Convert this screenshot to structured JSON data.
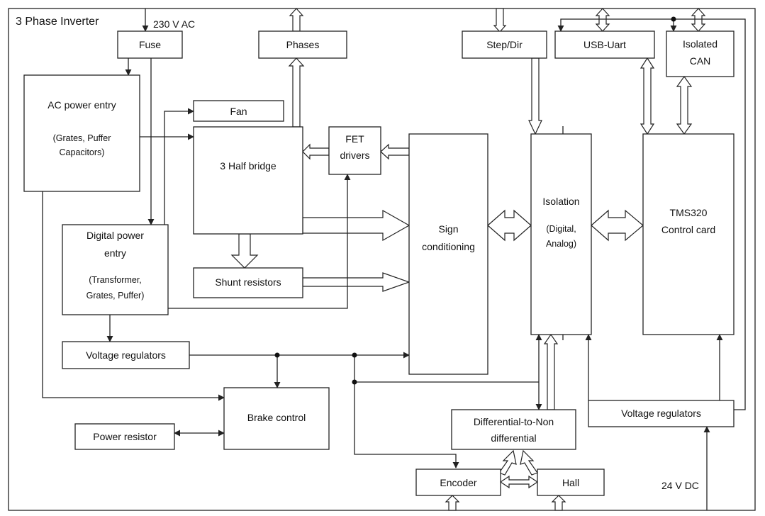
{
  "title": "3 Phase Inverter",
  "inputs": {
    "ac_in": "230 V AC",
    "dc_in": "24 V DC"
  },
  "blocks": {
    "fuse": "Fuse",
    "phases": "Phases",
    "step_dir": "Step/Dir",
    "usb_uart": "USB-Uart",
    "isolated_can": [
      "Isolated",
      "CAN"
    ],
    "ac_power_entry": [
      "AC power entry",
      "(Grates, Puffer",
      "Capacitors)"
    ],
    "fan": "Fan",
    "half_bridge": "3 Half bridge",
    "fet_drivers": [
      "FET",
      "drivers"
    ],
    "sign_conditioning": [
      "Sign",
      "conditioning"
    ],
    "isolation": [
      "Isolation",
      "(Digital,",
      "Analog)"
    ],
    "control_card": [
      "TMS320",
      "Control card"
    ],
    "digital_power_entry": [
      "Digital power",
      "entry",
      "(Transformer,",
      "Grates, Puffer)"
    ],
    "shunt_resistors": "Shunt resistors",
    "voltage_regulators_left": "Voltage regulators",
    "brake_control": "Brake control",
    "power_resistor": "Power resistor",
    "diff_to_nondiff": [
      "Differential-to-Non",
      "differential"
    ],
    "voltage_regulators_right": "Voltage regulators",
    "encoder": "Encoder",
    "hall": "Hall"
  }
}
